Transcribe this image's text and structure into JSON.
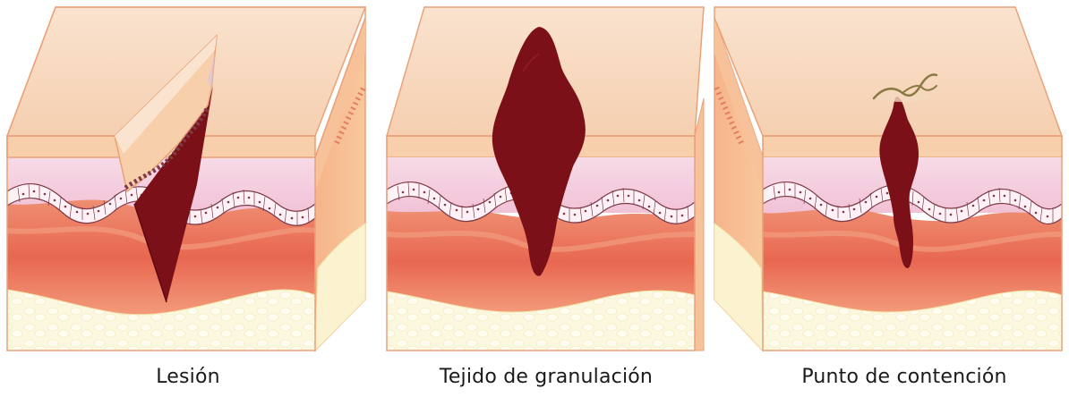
{
  "panels": [
    {
      "id": "lesion",
      "caption": "Lesión"
    },
    {
      "id": "granulation",
      "caption": "Tejido de granulación"
    },
    {
      "id": "suture",
      "caption": "Punto de contención"
    }
  ],
  "colors": {
    "skin_top": "#f7d3b4",
    "skin_top_light": "#fbe5d2",
    "epidermis_side": "#f8d1ae",
    "dermis_pink": "#f4cfe0",
    "dermis_red": "#e86a4e",
    "dermis_mid": "#f08a6a",
    "fat": "#fbf7dc",
    "cells": "#fff3f6",
    "cell_border": "#8a3b46",
    "wound": "#7c1018",
    "outline": "#e9a27a",
    "suture": "#8a7a45"
  }
}
